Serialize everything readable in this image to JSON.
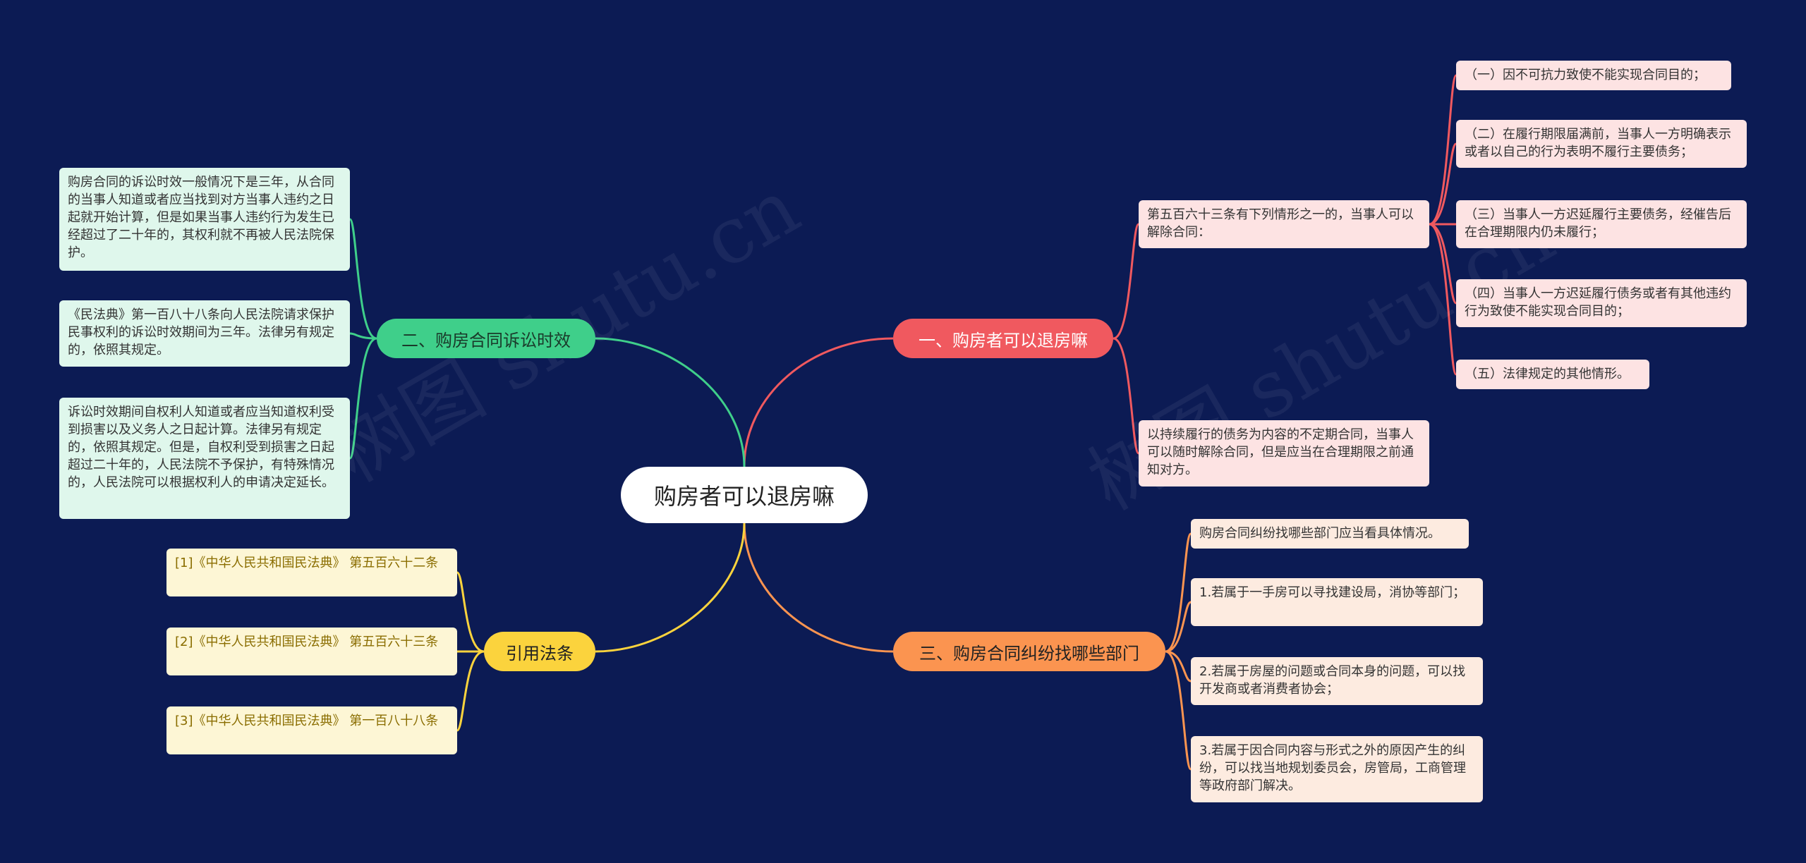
{
  "colors": {
    "background": "#0c1b54",
    "red": "#f0595f",
    "orange": "#fb9450",
    "green": "#3fcf8a",
    "yellow": "#fbd33d"
  },
  "root": {
    "label": "购房者可以退房嘛"
  },
  "branches": {
    "b1": {
      "label": "一、购房者可以退房嘛",
      "sub1": {
        "label": "第五百六十三条有下列情形之一的，当事人可以解除合同：",
        "items": [
          "（一）因不可抗力致使不能实现合同目的；",
          "（二）在履行期限届满前，当事人一方明确表示或者以自己的行为表明不履行主要债务；",
          "（三）当事人一方迟延履行主要债务，经催告后在合理期限内仍未履行；",
          "（四）当事人一方迟延履行债务或者有其他违约行为致使不能实现合同目的；",
          "（五）法律规定的其他情形。"
        ]
      },
      "sub2": {
        "label": "以持续履行的债务为内容的不定期合同，当事人可以随时解除合同，但是应当在合理期限之前通知对方。"
      }
    },
    "b2": {
      "label": "二、购房合同诉讼时效",
      "items": [
        "购房合同的诉讼时效一般情况下是三年，从合同的当事人知道或者应当找到对方当事人违约之日起就开始计算，但是如果当事人违约行为发生已经超过了二十年的，其权利就不再被人民法院保护。",
        "《民法典》第一百八十八条向人民法院请求保护民事权利的诉讼时效期间为三年。法律另有规定的，依照其规定。",
        "诉讼时效期间自权利人知道或者应当知道权利受到损害以及义务人之日起计算。法律另有规定的，依照其规定。但是，自权利受到损害之日起超过二十年的，人民法院不予保护，有特殊情况的，人民法院可以根据权利人的申请决定延长。"
      ]
    },
    "b3": {
      "label": "三、购房合同纠纷找哪些部门",
      "items": [
        "购房合同纠纷找哪些部门应当看具体情况。",
        "1.若属于一手房可以寻找建设局，消协等部门；",
        "2.若属于房屋的问题或合同本身的问题，可以找开发商或者消费者协会；",
        "3.若属于因合同内容与形式之外的原因产生的纠纷，可以找当地规划委员会，房管局，工商管理等政府部门解决。"
      ]
    },
    "b4": {
      "label": "引用法条",
      "items": [
        "[1]《中华人民共和国民法典》 第五百六十二条",
        "[2]《中华人民共和国民法典》 第五百六十三条",
        "[3]《中华人民共和国民法典》 第一百八十八条"
      ]
    }
  },
  "watermarks": [
    "树图 shutu.cn",
    "树图 shutu.cn"
  ]
}
